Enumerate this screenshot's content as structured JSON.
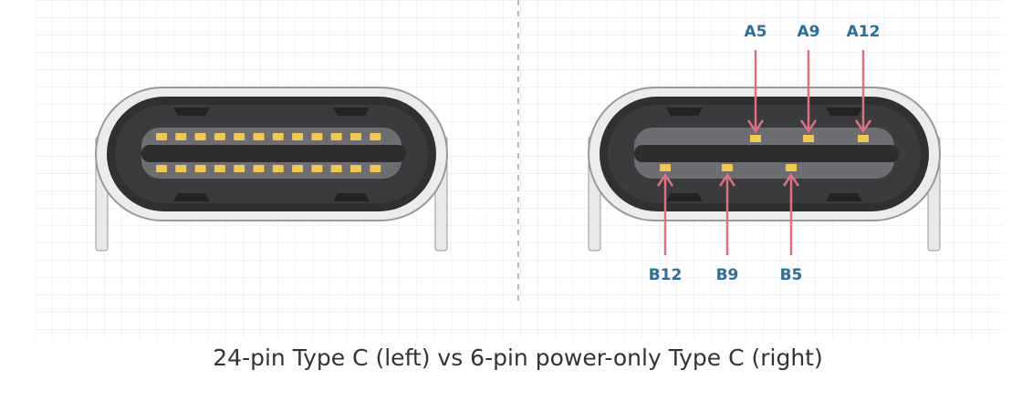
{
  "caption": "24-pin Type C (left) vs 6-pin power-only Type C (right)",
  "colors": {
    "pin": "#f2c94c",
    "arrow": "#e0707e",
    "label": "#2b6f96",
    "body": "#3a3b3d",
    "grid": "#dde9f3"
  },
  "left_connector": {
    "name": "24-pin Type C",
    "pins_per_row": 12
  },
  "right_connector": {
    "name": "6-pin power-only Type C",
    "top_pins": [
      "A5",
      "A9",
      "A12"
    ],
    "bottom_pins": [
      "B12",
      "B9",
      "B5"
    ]
  }
}
